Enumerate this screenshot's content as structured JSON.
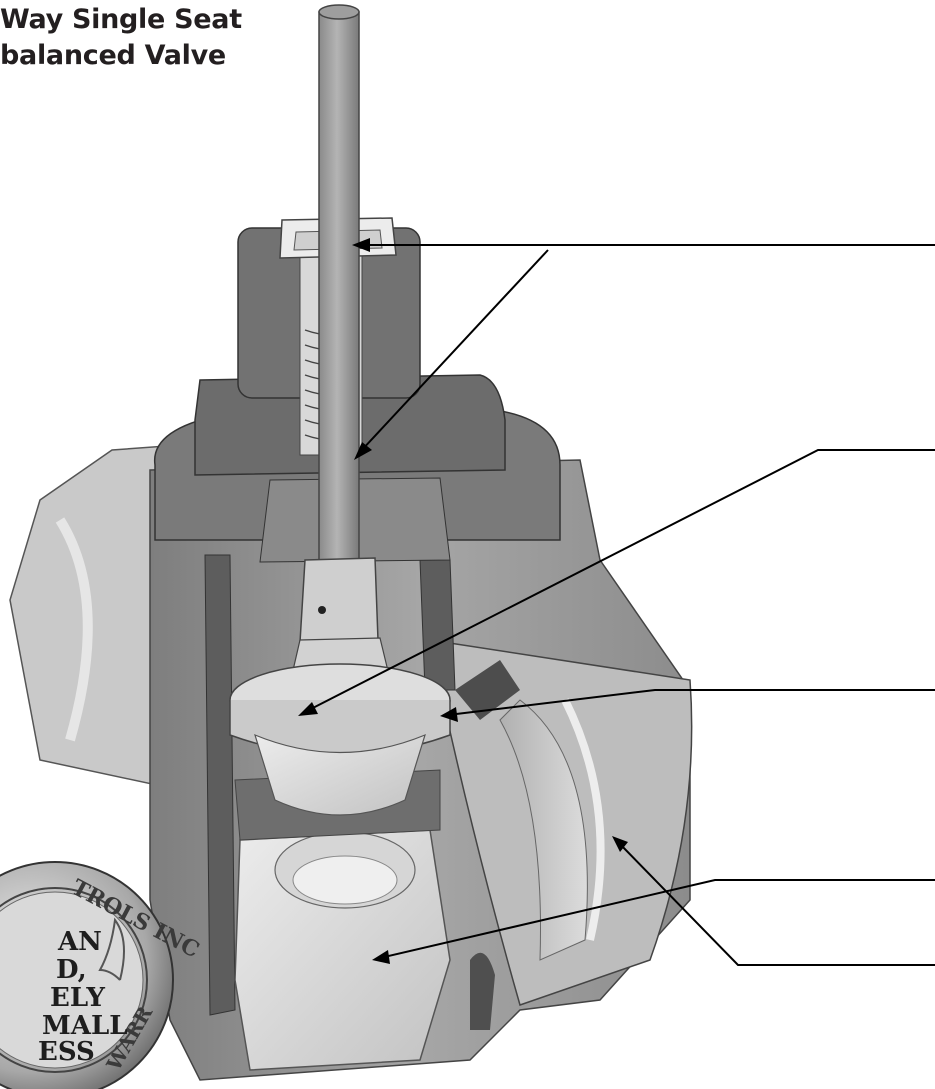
{
  "title": {
    "line1": "Way Single Seat",
    "line2": "balanced Valve"
  },
  "seal": {
    "ring_text_top": "TROLS INC",
    "ring_text_side": "WARR",
    "center_lines": [
      "AN",
      "D,",
      "ELY",
      "MALL",
      "ESS"
    ]
  },
  "colors": {
    "dark_grey": "#6b6b6b",
    "mid_grey": "#9a9a9a",
    "light_grey": "#c8c8c8",
    "pale_grey": "#e2e2e2",
    "leader": "#000000"
  }
}
